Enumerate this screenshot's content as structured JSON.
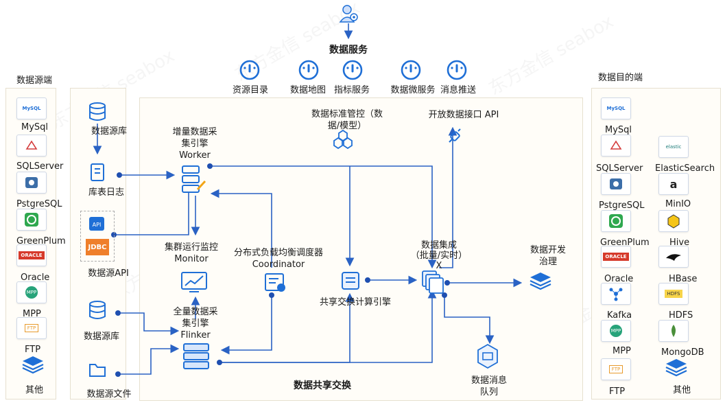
{
  "title_top": "数据服务",
  "title_bottom": "数据共享交换",
  "services": [
    "资源目录",
    "数据地图",
    "指标服务",
    "数据微服务",
    "消息推送"
  ],
  "left_panel": {
    "title": "数据源端",
    "items": [
      "MySql",
      "SQLServer",
      "PstgreSQL",
      "GreenPlum",
      "Oracle",
      "MPP",
      "FTP",
      "其他"
    ],
    "tile_texts": [
      "MySQL",
      "",
      "",
      "",
      "ORACLE",
      "MPP",
      "FTP",
      ""
    ]
  },
  "right_panel": {
    "title": "数据目的端",
    "col1": [
      "MySql",
      "SQLServer",
      "PstgreSQL",
      "GreenPlum",
      "Oracle",
      "Kafka",
      "MPP",
      "FTP"
    ],
    "col2": [
      "ElasticSearch",
      "MinIO",
      "Hive",
      "HBase",
      "HDFS",
      "MongoDB",
      "其他"
    ],
    "tile_texts_col1": [
      "MySQL",
      "",
      "",
      "",
      "ORACLE",
      "",
      "MPP",
      "FTP"
    ],
    "tile_texts_col2": [
      "elastic",
      "a",
      "",
      "",
      "HDFS",
      "",
      ""
    ]
  },
  "sources": {
    "db1": "数据源库",
    "log": "库表日志",
    "api": "数据源API",
    "api_chip": "API",
    "jdbc": "JDBC",
    "db2": "数据源库",
    "file": "数据源文件"
  },
  "nodes": {
    "worker": [
      "增量数据采",
      "集引擎",
      "Worker"
    ],
    "monitor": [
      "集群运行监控",
      "Monitor"
    ],
    "coordinator": [
      "分布式负载均衡调度器",
      "Coordinator"
    ],
    "flinker": [
      "全量数据采",
      "集引擎",
      "Flinker"
    ],
    "standard": [
      "数据标准管控（数",
      "据/模型）"
    ],
    "open_api": "开放数据接口 API",
    "compute": "共享交换计算引擎",
    "integration": [
      "数据集成",
      "（批量/实时）",
      "X"
    ],
    "dev": [
      "数据开发",
      "治理"
    ],
    "mq": [
      "数据消息",
      "队列"
    ]
  },
  "watermark": [
    "东方金信",
    "seabox"
  ],
  "colors": {
    "accent": "#1f6fd6",
    "line": "#2a62c4",
    "panel_border": "#e6e0cf"
  }
}
